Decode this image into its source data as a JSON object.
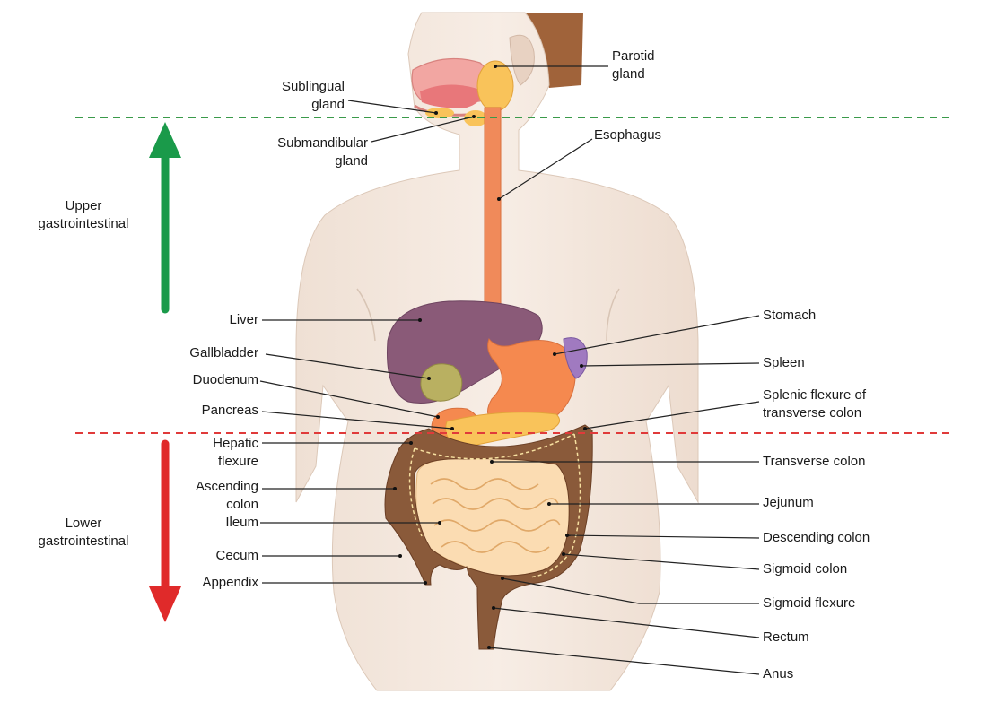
{
  "labels": {
    "parotid_gland": [
      "Parotid",
      "gland"
    ],
    "sublingual_gland": [
      "Sublingual",
      "gland"
    ],
    "submandibular_gland": [
      "Submandibular",
      "gland"
    ],
    "esophagus": "Esophagus",
    "upper_gi": [
      "Upper",
      "gastrointestinal"
    ],
    "lower_gi": [
      "Lower",
      "gastrointestinal"
    ],
    "liver": "Liver",
    "gallbladder": "Gallbladder",
    "duodenum": "Duodenum",
    "pancreas": "Pancreas",
    "hepatic_flexure": [
      "Hepatic",
      "flexure"
    ],
    "ascending_colon": [
      "Ascending",
      "colon"
    ],
    "ileum": "Ileum",
    "cecum": "Cecum",
    "appendix": "Appendix",
    "stomach": "Stomach",
    "spleen": "Spleen",
    "splenic_flexure": [
      "Splenic flexure of",
      "transverse colon"
    ],
    "transverse_colon": "Transverse colon",
    "jejunum": "Jejunum",
    "descending_colon": "Descending colon",
    "sigmoid_colon": "Sigmoid colon",
    "sigmoid_flexure": "Sigmoid flexure",
    "rectum": "Rectum",
    "anus": "Anus"
  },
  "colors": {
    "upper_divider": "#3a9a4a",
    "lower_divider": "#e03a3a",
    "upper_arrow": "#1a9a4a",
    "lower_arrow": "#e02a2a",
    "skin": "#f3e6dc",
    "liver": "#8a5a78",
    "esophagus": "#f08a5a",
    "colon": "#8a5a3a",
    "small_intestine": "#fbdcb2",
    "pancreas": "#f9c35a",
    "spleen": "#a07ac0"
  }
}
